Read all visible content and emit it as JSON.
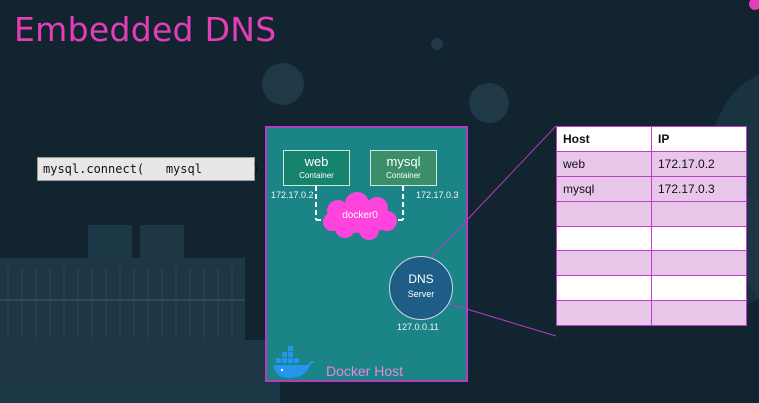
{
  "slide": {
    "title": "Embedded DNS"
  },
  "code": {
    "text": "mysql.connect(   mysql       )"
  },
  "containers": [
    {
      "name": "web",
      "subtitle": "Container",
      "ip": "172.17.0.2"
    },
    {
      "name": "mysql",
      "subtitle": "Container",
      "ip": "172.17.0.3"
    }
  ],
  "bridge": {
    "label": "docker0"
  },
  "dns_server": {
    "line1": "DNS",
    "line2": "Server",
    "ip": "127.0.0.11"
  },
  "docker_host": {
    "label": "Docker Host"
  },
  "dns_table": {
    "headers": {
      "host": "Host",
      "ip": "IP"
    },
    "rows": [
      {
        "host": "web",
        "ip": "172.17.0.2"
      },
      {
        "host": "mysql",
        "ip": "172.17.0.3"
      }
    ]
  },
  "colors": {
    "background": "#132431",
    "title": "#e23fb6",
    "host_box": "#1a8487",
    "accent_border": "#b43cbf",
    "cloud": "#ff44dd",
    "dns_circle": "#1d5d86",
    "table_row": "#e7c6ea"
  },
  "icons": [
    "docker-whale-icon"
  ]
}
